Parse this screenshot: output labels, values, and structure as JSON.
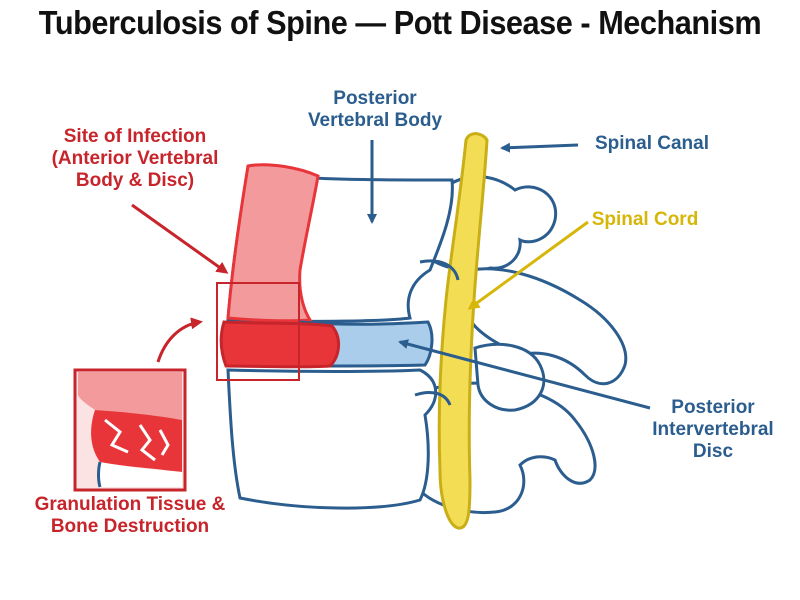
{
  "title": "Tuberculosis of Spine — Pott Disease - Mechanism",
  "labels": {
    "infection": [
      "Site of Infection",
      "(Anterior Vertebral",
      "Body & Disc)"
    ],
    "posterior_body": [
      "Posterior",
      "Vertebral Body"
    ],
    "spinal_canal": "Spinal Canal",
    "spinal_cord": "Spinal Cord",
    "posterior_disc": [
      "Posterior",
      "Intervertebral",
      "Disc"
    ],
    "granulation": [
      "Granulation Tissue &",
      "Bone Destruction"
    ]
  },
  "colors": {
    "outline": "#2b5d8e",
    "infection_red": "#e8353a",
    "infection_light": "#f29a9c",
    "disc_blue": "#a9cdeb",
    "cord_yellow": "#f2dd55",
    "cord_outline": "#c9ae16",
    "label_red": "#c7242b",
    "label_yellow": "#d7b60a"
  }
}
